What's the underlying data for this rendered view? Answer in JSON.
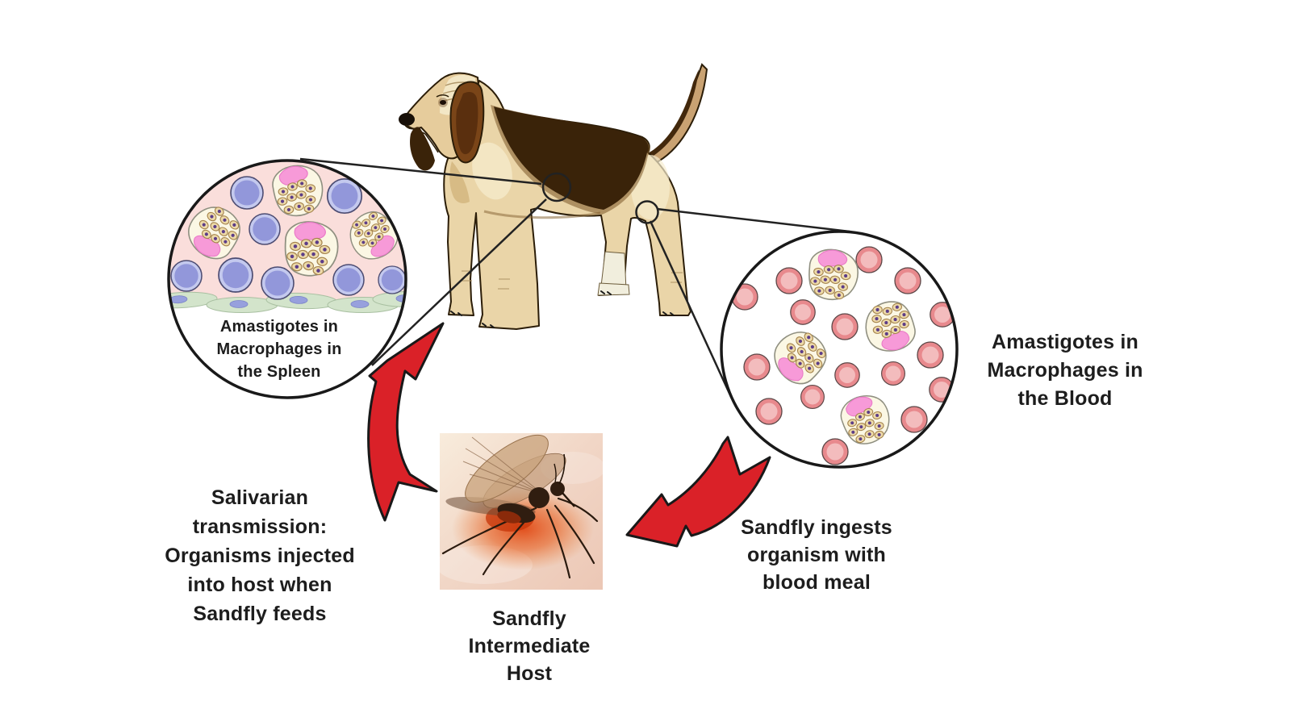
{
  "figure": {
    "labels": {
      "spleen": "Amastigotes in\nMacrophages in\nthe Spleen",
      "blood": "Amastigotes in\nMacrophages in\nthe Blood",
      "salivarian": "Salivarian\ntransmission:\nOrganisms injected\ninto host when\nSandfly feeds",
      "ingests": "Sandfly ingests\norganism with\nblood meal",
      "host": "Sandfly\nIntermediate\nHost"
    },
    "colors": {
      "background": "#ffffff",
      "text": "#1d1d1d",
      "outline_black": "#191919",
      "arrow_red": "#da2128",
      "spleen_tissue_pink": "#fadedb",
      "spleen_lining_green": "#d3e4cb",
      "lymphocyte_blue": "#9297da",
      "rbc_ring": "#e8898d",
      "rbc_center": "#f3bcbd",
      "macrophage_cream": "#fbf7e4",
      "amastigote_tan": "#eddaa9",
      "amastigote_nucleus_purple": "#5c3d88",
      "macrophage_nucleus_pink": "#f79ad8",
      "dog_coat_tan": "#ead5a8",
      "dog_saddle_brown": "#3a2309",
      "sandfly_blood_red": "#e0430e"
    }
  }
}
